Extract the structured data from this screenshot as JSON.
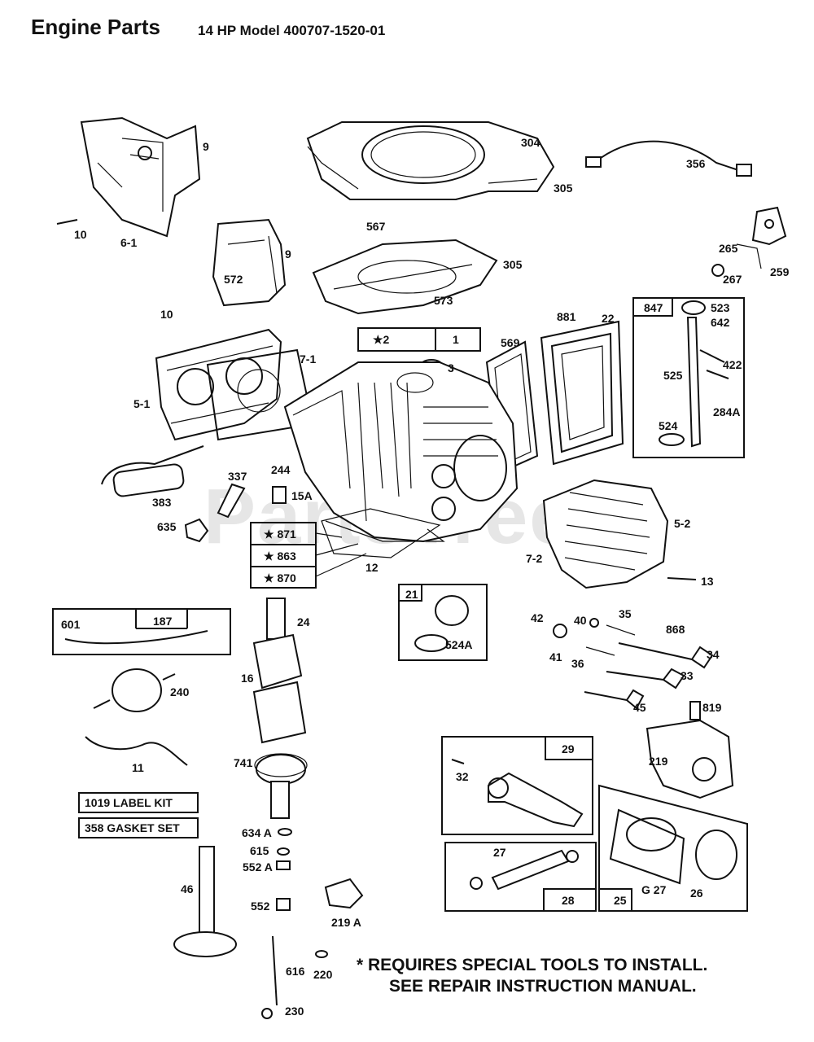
{
  "header": {
    "title": "Engine Parts",
    "subtitle": "14 HP Model 400707-1520-01"
  },
  "watermark": "PartsTree",
  "part_labels": {
    "p9a": "9",
    "p10a": "10",
    "p6_1": "6-1",
    "p304": "304",
    "p305a": "305",
    "p567": "567",
    "p305b": "305",
    "p356": "356",
    "p265": "265",
    "p259": "259",
    "p267": "267",
    "p9b": "9",
    "p572": "572",
    "p573": "573",
    "p10b": "10",
    "p847": "847",
    "p523": "523",
    "p642": "642",
    "p525": "525",
    "p422": "422",
    "p284A": "284A",
    "p524": "524",
    "p22": "22",
    "p881": "881",
    "p569": "569",
    "p2": "★2",
    "p1": "1",
    "p3": "3",
    "p7_1": "7-1",
    "p5_1": "5-1",
    "p244": "244",
    "p337": "337",
    "p15A": "15A",
    "p383": "383",
    "p635": "635",
    "p871": "★ 871",
    "p863": "★ 863",
    "p870": "★ 870",
    "p12": "12",
    "p5_2": "5-2",
    "p7_2": "7-2",
    "p13": "13",
    "p601": "601",
    "p187": "187",
    "p24": "24",
    "p16": "16",
    "p240": "240",
    "p21": "21",
    "p524A": "524A",
    "p42": "42",
    "p41": "41",
    "p40": "40",
    "p35": "35",
    "p36": "36",
    "p868": "868",
    "p34": "34",
    "p33": "33",
    "p45": "45",
    "p819": "819",
    "p219": "219",
    "p11": "11",
    "p741": "741",
    "p29": "29",
    "p32": "32",
    "p27a": "27",
    "p28": "28",
    "p25": "25",
    "p27b": "G 27",
    "p26": "26",
    "p634A": "634 A",
    "p615": "615",
    "p552A": "552 A",
    "p552": "552",
    "p46": "46",
    "p219A": "219 A",
    "p616": "616",
    "p220": "220",
    "p230": "230"
  },
  "kits": {
    "label_kit": "1019  LABEL KIT",
    "gasket_set": "358  GASKET SET"
  },
  "note": {
    "line1": "* REQUIRES SPECIAL TOOLS TO INSTALL.",
    "line2": "SEE REPAIR INSTRUCTION MANUAL."
  }
}
